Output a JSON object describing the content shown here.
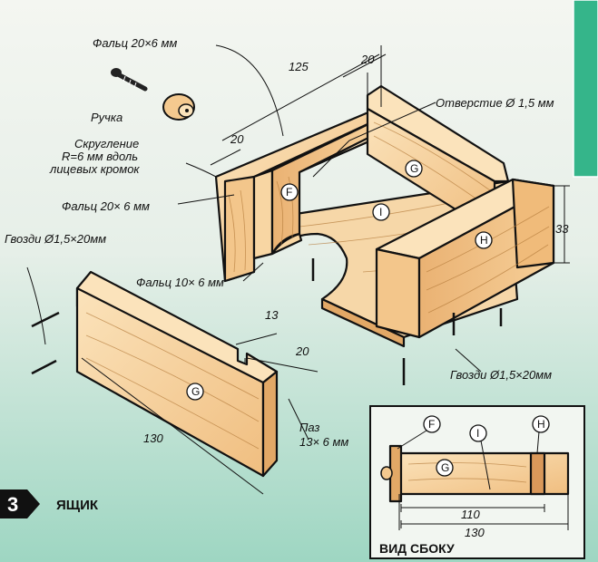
{
  "labels": {
    "falts_top": "Фальц 20×6 мм",
    "handle": "Ручка",
    "rounding_l1": "Скругление",
    "rounding_l2": "R=6 мм вдоль",
    "rounding_l3": "лицевых кромок",
    "falts_mid": "Фальц 20× 6 мм",
    "nails_left": "Гвозди Ø1,5×20мм",
    "falts_low": "Фальц 10× 6 мм",
    "hole": "Отверстие Ø 1,5 мм",
    "nails_right": "Гвозди Ø1,5×20мм",
    "groove_l1": "Паз",
    "groove_l2": "13× 6 мм",
    "title_num": "3",
    "title": "ЯЩИК",
    "side_view": "ВИД СБОКУ"
  },
  "dims": {
    "d125": "125",
    "d20_top": "20",
    "d20_left": "20",
    "d33": "33",
    "d13": "13",
    "d20_g": "20",
    "d130": "130",
    "d110": "110",
    "d130_side": "130"
  },
  "parts": {
    "F": "F",
    "G": "G",
    "I": "I",
    "H": "H",
    "G2": "G"
  },
  "side_parts": {
    "F": "F",
    "I": "I",
    "H": "H",
    "G": "G"
  },
  "colors": {
    "wood": "#f4c98f",
    "wood_dark": "#e2a866",
    "wood_light": "#fbe3bb",
    "accent_green": "#35b58a"
  }
}
